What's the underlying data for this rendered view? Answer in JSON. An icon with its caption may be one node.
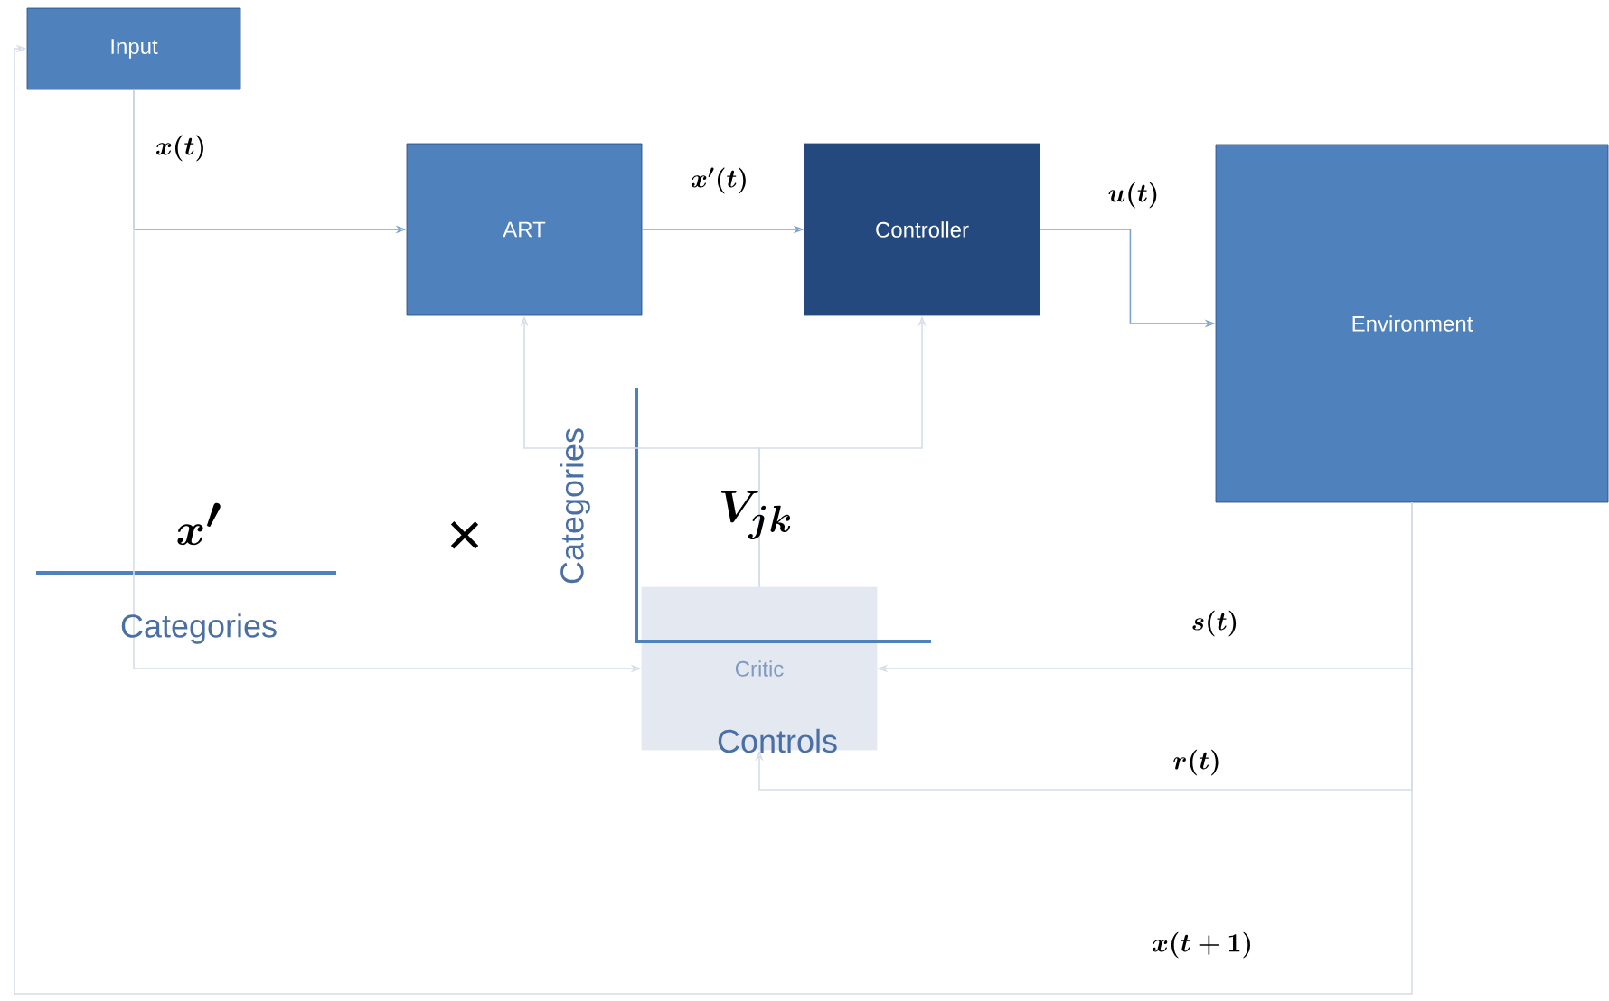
{
  "diagram": {
    "nodes": [
      {
        "text": [
          "Input"
        ]
      },
      {
        "text": [
          "ART"
        ]
      },
      {
        "text": [
          "Controller"
        ]
      },
      {
        "text": [
          "Environment"
        ]
      },
      {
        "text": [
          "Critic"
        ]
      }
    ],
    "edges": [
      {
        "from": 0,
        "to": 1,
        "arrow": "to",
        "label": "x(t)",
        "color": "#7fa3d0"
      },
      {
        "from": 0,
        "to": 4,
        "arrow": "to"
      },
      {
        "from": 1,
        "to": 2,
        "arrow": "to",
        "label": "x'(t)",
        "color": "#7fa3d0"
      },
      {
        "from": 2,
        "to": 3,
        "arrow": "to",
        "label": "u(t)",
        "color": "#7fa3d0"
      },
      {
        "from": 4,
        "to": 1,
        "arrow": "to"
      },
      {
        "from": 4,
        "to": 2,
        "arrow": "to"
      },
      {
        "from": 3,
        "to": 4,
        "arrow": "to",
        "label": "s(t)"
      },
      {
        "from": 3,
        "to": 4,
        "arrow": "to",
        "label": "r(t)"
      },
      {
        "from": 3,
        "to": 0,
        "arrow": "to",
        "label": "x(t+1)"
      }
    ],
    "labels": [
      "x'",
      "×",
      "Categories",
      "Categories",
      "V_{jk}",
      "Controls"
    ]
  }
}
